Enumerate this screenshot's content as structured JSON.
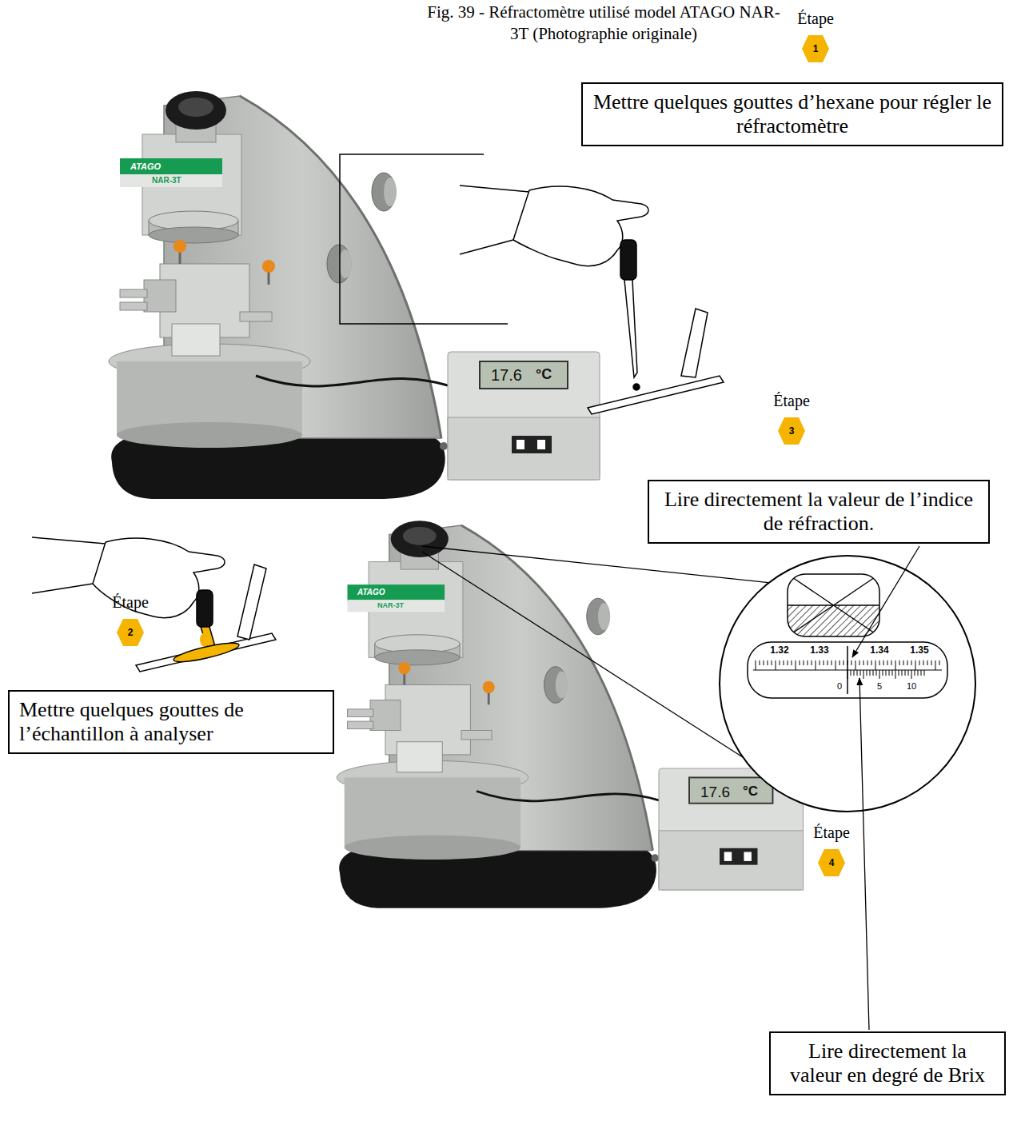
{
  "diagram": {
    "title": "Fig. 39 - Réfractomètre  utilisé model ATAGO NAR-3T (Photographie originale)",
    "nodes": [
      {
        "text": [
          "Étape",
          "1"
        ]
      },
      {
        "text": [
          "Mettre quelques gouttes d’hexane pour régler le réfractomètre"
        ]
      },
      {
        "text": [
          "Étape",
          "3"
        ]
      },
      {
        "text": [
          "Lire directement la valeur de l’indice de réfraction."
        ]
      },
      {
        "text": [
          "Étape",
          "2"
        ]
      },
      {
        "text": [
          "Mettre quelques gouttes de l’échantillon à analyser"
        ]
      },
      {
        "text": [
          "Étape",
          "4"
        ]
      },
      {
        "text": [
          "Lire directement la valeur en degré de Brix"
        ]
      }
    ],
    "labels": [
      "ATAGO",
      "NAR-3T",
      "17.6",
      "°C",
      "ATAGO",
      "NAR-3T",
      "17.6",
      "°C",
      "1.32",
      "1.33",
      "1.34",
      "1.35",
      "0",
      "5",
      "10"
    ]
  }
}
